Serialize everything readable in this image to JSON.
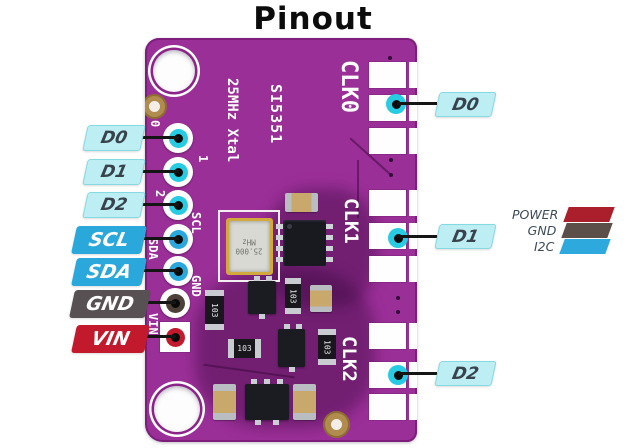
{
  "title": "Pinout",
  "board": {
    "silkscreen": {
      "chip": "SI5351",
      "xtal": "25MHz Xtal",
      "clk_labels": [
        "CLK0",
        "CLK1",
        "CLK2"
      ],
      "pin_labels": [
        "0",
        "1",
        "2",
        "SCL",
        "SDA",
        "GND",
        "VIN"
      ]
    },
    "crystal_marking": "25.000 MHz",
    "resistor_marking": "103"
  },
  "callouts": {
    "left": [
      {
        "label": "D0",
        "type": "clock"
      },
      {
        "label": "D1",
        "type": "clock"
      },
      {
        "label": "D2",
        "type": "clock"
      },
      {
        "label": "SCL",
        "type": "i2c"
      },
      {
        "label": "SDA",
        "type": "i2c"
      },
      {
        "label": "GND",
        "type": "gnd"
      },
      {
        "label": "VIN",
        "type": "power"
      }
    ],
    "right": [
      {
        "label": "D0"
      },
      {
        "label": "D1"
      },
      {
        "label": "D2"
      }
    ]
  },
  "legend": {
    "items": [
      {
        "label": "POWER",
        "color": "#ab1f2d"
      },
      {
        "label": "GND",
        "color": "#5c4f49"
      },
      {
        "label": "I2C",
        "color": "#2ea9dd"
      }
    ]
  },
  "colors": {
    "pcb_purple": "#9b2f98",
    "clock_label_bg": "#bdeef3",
    "pad_cyan": "#27cbe2",
    "i2c_blue": "#2aa7db",
    "gnd_gray": "#585153",
    "power_red": "#c21a2c"
  }
}
